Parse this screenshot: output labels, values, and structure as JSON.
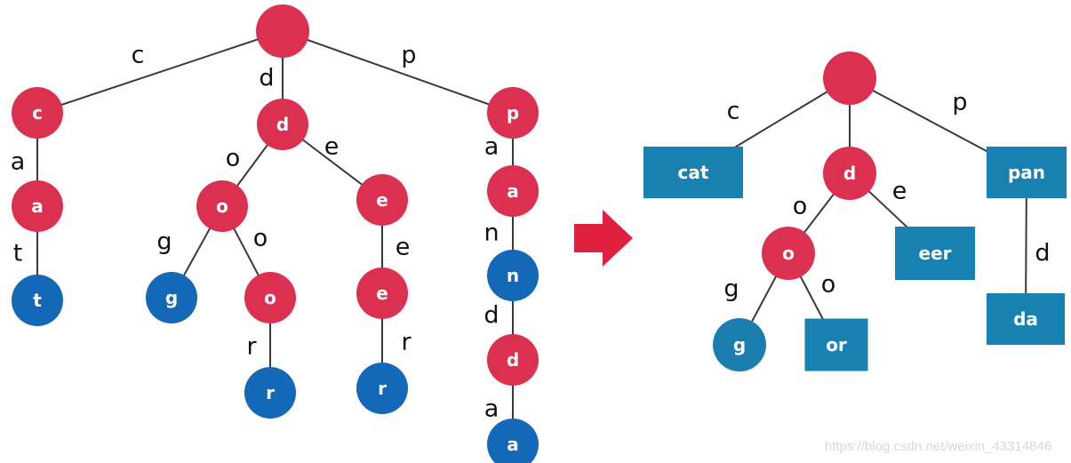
{
  "colors": {
    "inner": "#dc3050",
    "leaf_left": "#1468b8",
    "leaf_right": "#1a7fae",
    "box": "#1782b2",
    "arrow": "#e0203f"
  },
  "trie": {
    "nodes": {
      "root": "",
      "c": "c",
      "ca": "a",
      "cat": "t",
      "d": "d",
      "do": "o",
      "dog": "g",
      "doo": "o",
      "door": "r",
      "de": "e",
      "dee": "e",
      "deer": "r",
      "p": "p",
      "pa": "a",
      "pan": "n",
      "pand": "d",
      "panda": "a"
    },
    "edges": {
      "c": "c",
      "ca": "a",
      "cat": "t",
      "d": "d",
      "do": "o",
      "dog": "g",
      "doo": "o",
      "door": "r",
      "de": "e",
      "dee": "e",
      "deer": "r",
      "p": "p",
      "pa": "a",
      "pan": "n",
      "pand": "d",
      "panda": "a"
    }
  },
  "radix": {
    "nodes": {
      "root": "",
      "cat": "cat",
      "d": "d",
      "pan": "pan",
      "o": "o",
      "eer": "eer",
      "g": "g",
      "or": "or",
      "da": "da"
    },
    "edges": {
      "cat": "c",
      "d": "d",
      "pan": "p",
      "o": "o",
      "eer": "e",
      "g": "g",
      "or": "o",
      "da": "d"
    }
  },
  "watermark": "https://blog.csdn.net/weixin_43314846"
}
